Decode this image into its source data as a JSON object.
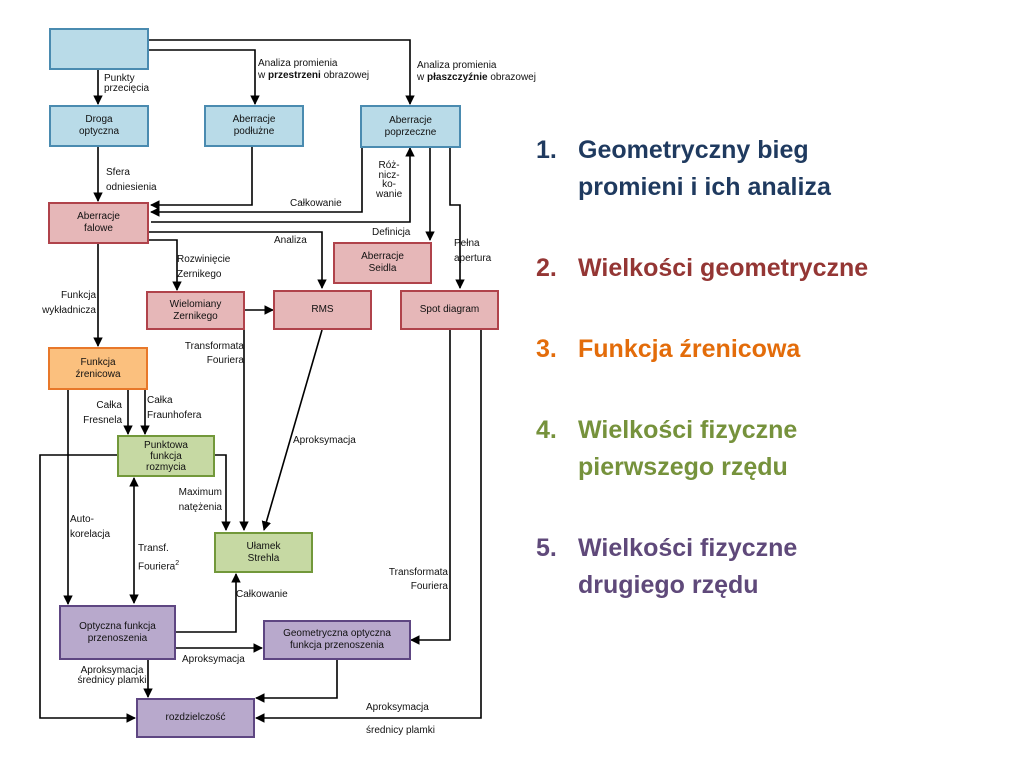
{
  "nodes": {
    "source": "",
    "droga": "Droga\noptyczna",
    "aberr_podluzne": "Aberracje\npodłużne",
    "aberr_poprzeczne": "Aberracje\npoprzeczne",
    "aberr_falowe": "Aberracje\nfalowe",
    "aberr_seidla": "Aberracje\nSeidla",
    "wielomiany": "Wielomiany\nZernikego",
    "rms": "RMS",
    "spot": "Spot diagram",
    "funkcja_zrenicowa": "Funkcja\nźrenicowa",
    "psf": "Punktowa\nfunkcja\nrozmycia",
    "strehl": "Ułamek\nStrehla",
    "otf": "Optyczna funkcja\nprzenoszenia",
    "gotf": "Geometryczna optyczna\nfunkcja przenoszenia",
    "rozdzielczosc": "rozdzielczość"
  },
  "labels": {
    "analiza_przestrzen_line1": "Analiza promienia",
    "analiza_przestrzen_prefix": "w ",
    "analiza_przestrzen_bold": "przestrzeni",
    "analiza_przestrzen_suffix": " obrazowej",
    "analiza_plaszczyzna_line1": "Analiza promienia",
    "analiza_plaszczyzna_prefix": "w ",
    "analiza_plaszczyzna_bold": "płaszczyźnie",
    "analiza_plaszczyzna_suffix": " obrazowej",
    "punkty": "Punkty\nprzecięcia",
    "sfera": "Sfera\nodniesienia",
    "calkowanie_top": "Całkowanie",
    "rozniczkowanie": "Róż-\nnicz-\nko-\nwanie",
    "definicja": "Definicja",
    "analiza": "Analiza",
    "pelna": "Pełna\napertura",
    "rozwiniecie": "Rozwinięcie\nZernikego",
    "funkcja_wykladnicza": "Funkcja\nwykładnicza",
    "transformata_left": "Transformata\nFouriera",
    "calka_fresnela": "Całka\nFresnela",
    "calka_fraunhofera": "Całka\nFraunhofera",
    "aproksymacja_mid": "Aproksymacja",
    "maximum": "Maximum\nnatężenia",
    "autokorelacja": "Auto-\nkorelacja",
    "transf_fouriera2": "Transf.\nFouriera",
    "transf_sup": "2",
    "calkowanie_bottom": "Całkowanie",
    "transformata_right": "Transformata\nFouriera",
    "aproksymacja_bottom": "Aproksymacja",
    "aproksymacja_srednicy": "Aproksymacja\nśrednicy plamki",
    "aproksymacja_right": "Aproksymacja",
    "srednicy_plamki": "średnicy plamki"
  },
  "outline": [
    {
      "num": "1.",
      "text": "Geometryczny bieg\npromieni i ich analiza",
      "color": "#1f3a5f"
    },
    {
      "num": "2.",
      "text": "Wielkości geometryczne",
      "color": "#943634"
    },
    {
      "num": "3.",
      "text": "Funkcja źrenicowa",
      "color": "#e36c0a"
    },
    {
      "num": "4.",
      "text": "Wielkości fizyczne\npierwszego rzędu",
      "color": "#76923c"
    },
    {
      "num": "5.",
      "text": "Wielkości fizyczne\ndrugiego rzędu",
      "color": "#5f497a"
    }
  ],
  "colors": {
    "blue_fill": "#b9dbe8",
    "red_fill": "#e6b7b8",
    "orange_fill": "#fbc07e",
    "green_fill": "#c6d9a3",
    "purple_fill": "#b8a9cc"
  }
}
